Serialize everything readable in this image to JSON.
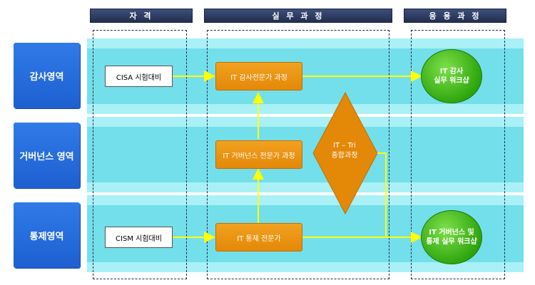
{
  "columns": {
    "qualification": "자 격",
    "practical": "실 무 과 정",
    "application": "응 용 과 정"
  },
  "rows": {
    "audit": "감사영역",
    "governance": "거버넌스 영역",
    "control": "통제영역"
  },
  "boxes": {
    "cisa": "CISA 시험대비",
    "cism": "CISM 시험대비",
    "it_audit_course": "IT 감사전문가 과정",
    "it_governance_course": "IT 거버넌스 전문가 과정",
    "it_control_course": "IT 통제 전문가"
  },
  "diamond": {
    "line1": "IT – Tri",
    "line2": "종합과정"
  },
  "circles": {
    "audit_workshop_line1": "IT 감사",
    "audit_workshop_line2": "실무 워크샵",
    "governance_workshop_line1": "IT 거버넌스 및",
    "governance_workshop_line2": "통제 실무 워크샵"
  },
  "colors": {
    "header": "#222e4e",
    "row_label": "#1e5fd1",
    "band_light": "#aaf0f7",
    "band_dark": "#73dfeb",
    "orange": "#e48808",
    "green": "#2fa60e",
    "arrow": "#ffff00"
  }
}
